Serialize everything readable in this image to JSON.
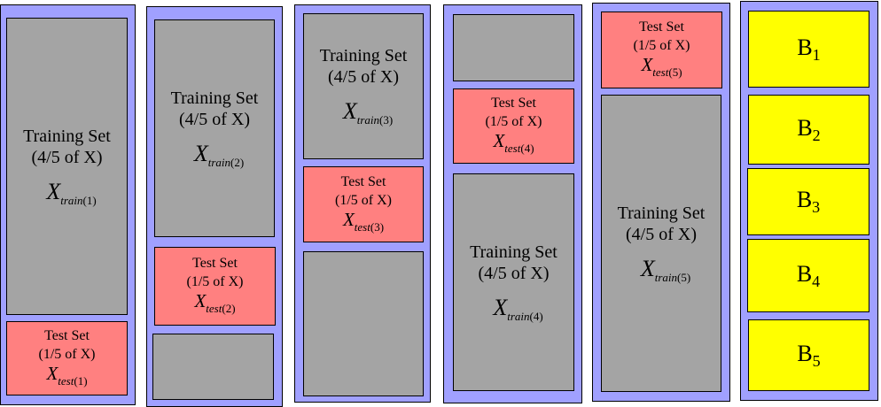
{
  "colors": {
    "fold_bg": "#a0a0ff",
    "train": "#a4a4a4",
    "test": "#ff8080",
    "block": "#ffff00"
  },
  "train_label": {
    "line1": "Training Set",
    "line2": "(4/5 of X)",
    "symbol": "X",
    "sub": "train"
  },
  "test_label": {
    "line1": "Test Set",
    "line2": "(1/5 of X)",
    "symbol": "X",
    "sub": "test"
  },
  "folds": [
    {
      "index": "(1)"
    },
    {
      "index": "(2)"
    },
    {
      "index": "(3)"
    },
    {
      "index": "(4)"
    },
    {
      "index": "(5)"
    }
  ],
  "blocks": [
    {
      "letter": "B",
      "index": "1"
    },
    {
      "letter": "B",
      "index": "2"
    },
    {
      "letter": "B",
      "index": "3"
    },
    {
      "letter": "B",
      "index": "4"
    },
    {
      "letter": "B",
      "index": "5"
    }
  ]
}
